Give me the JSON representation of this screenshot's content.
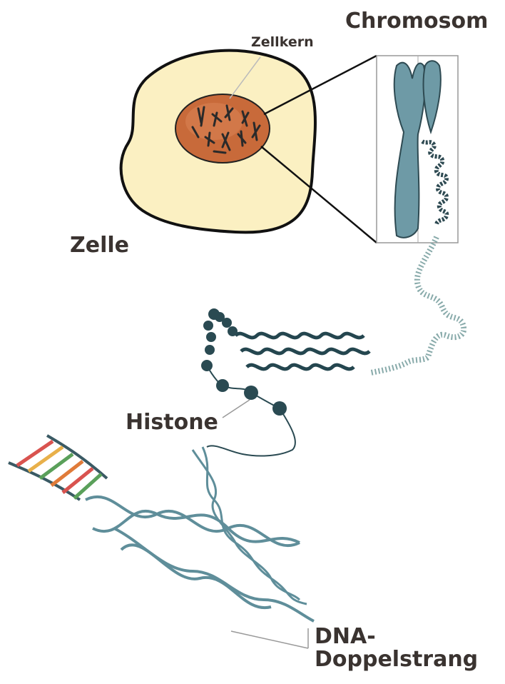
{
  "labels": {
    "chromosom": "Chromosom",
    "zellkern": "Zellkern",
    "zelle": "Zelle",
    "histone": "Histone",
    "dna_line1": "DNA-",
    "dna_line2": "Doppelstrang"
  },
  "colors": {
    "cell_fill": "#fbf0c2",
    "nucleus_fill": "#c86a3a",
    "chromosome_fill": "#6e9aa6",
    "dna_strand": "#5f8e9a",
    "outline": "#111111",
    "base_pair_colors": [
      "#d9534f",
      "#e8b04a",
      "#5aa05a",
      "#e07b39"
    ]
  }
}
